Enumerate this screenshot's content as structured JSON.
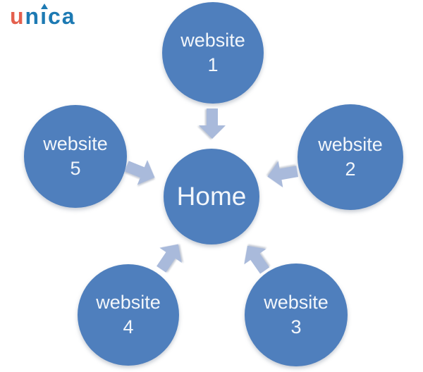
{
  "logo": {
    "u": "u",
    "n": "n",
    "i": "ı",
    "ca": "ca"
  },
  "colors": {
    "circle": "#4f7fbd",
    "arrow": "#a9badb",
    "node_text": "#f2f6fb",
    "logo_u": "#e4604e",
    "logo_rest": "#1d7ab3",
    "background": "#ffffff"
  },
  "diagram": {
    "center": {
      "label": "Home"
    },
    "nodes": [
      {
        "label": "website",
        "number": "1"
      },
      {
        "label": "website",
        "number": "2"
      },
      {
        "label": "website",
        "number": "3"
      },
      {
        "label": "website",
        "number": "4"
      },
      {
        "label": "website",
        "number": "5"
      }
    ],
    "arrow_icons": [
      "arrow-website1-to-home",
      "arrow-website2-to-home",
      "arrow-website3-to-home",
      "arrow-website4-to-home",
      "arrow-website5-to-home"
    ]
  }
}
